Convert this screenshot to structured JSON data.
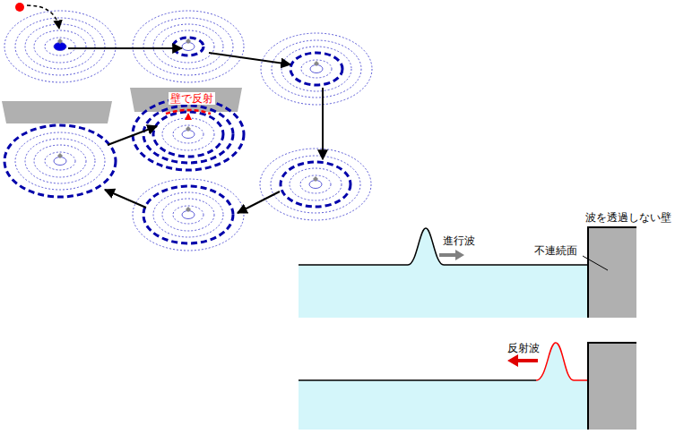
{
  "diagram": {
    "labels": [
      "壁で反射",
      "進行波",
      "波を透過しない壁",
      "不連続面",
      "反射波"
    ]
  }
}
